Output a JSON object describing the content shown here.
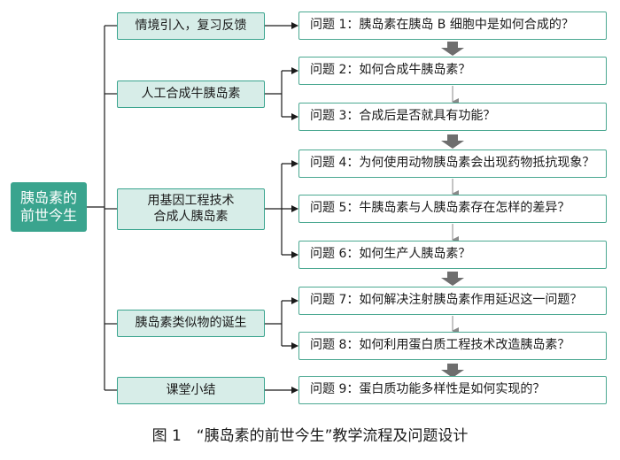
{
  "root": {
    "line1": "胰岛素的",
    "line2": "前世今生"
  },
  "stages": [
    {
      "lines": [
        "情境引入，复习反馈"
      ]
    },
    {
      "lines": [
        "人工合成牛胰岛素"
      ]
    },
    {
      "lines": [
        "用基因工程技术",
        "合成人胰岛素"
      ]
    },
    {
      "lines": [
        "胰岛素类似物的诞生"
      ]
    },
    {
      "lines": [
        "课堂小结"
      ]
    }
  ],
  "questions": [
    "问题 1：胰岛素在胰岛 B 细胞中是如何合成的？",
    "问题 2：如何合成牛胰岛素？",
    "问题 3：合成后是否就具有功能？",
    "问题 4：为何使用动物胰岛素会出现药物抵抗现象？",
    "问题 5：牛胰岛素与人胰岛素存在怎样的差异？",
    "问题 6：如何生产人胰岛素？",
    "问题 7：如何解决注射胰岛素作用延迟这一问题？",
    "问题 8：如何利用蛋白质工程技术改造胰岛素？",
    "问题 9：蛋白质功能多样性是如何实现的？"
  ],
  "caption": "图 1　“胰岛素的前世今生”教学流程及问题设计",
  "colors": {
    "accent": "#3aa48e",
    "stage_fill": "#d7ede8",
    "arrow_gray": "#6e6e6e"
  }
}
